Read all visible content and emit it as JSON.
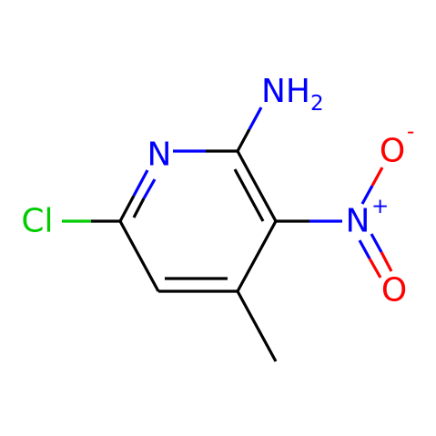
{
  "colors": {
    "background": "#ffffff",
    "carbon": "#000000",
    "nitrogen": "#0000ff",
    "oxygen": "#ff0000",
    "chlorine": "#00cc00"
  },
  "atoms": {
    "ring_nitrogen": "N",
    "amine": {
      "main": "NH",
      "subscript": "2"
    },
    "nitro_nitrogen": {
      "main": "N",
      "charge": "+"
    },
    "oxygen_single": {
      "main": "O",
      "charge": "-"
    },
    "oxygen_double": "O",
    "chlorine": "Cl"
  }
}
